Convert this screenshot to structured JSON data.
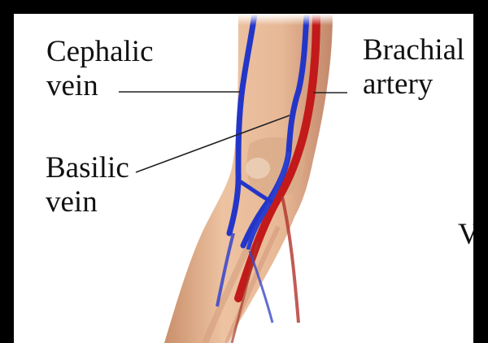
{
  "labels": {
    "cephalic": [
      "Cephalic",
      "vein"
    ],
    "basilic": [
      "Basilic",
      "vein"
    ],
    "brachial": [
      "Brachial",
      "artery"
    ],
    "cut_off_text": "V"
  },
  "colors": {
    "background_border": "#000000",
    "panel": "#ffffff",
    "skin": "#e8b998",
    "vein": "#2436c8",
    "artery": "#c21a1a",
    "leader_line": "#222222",
    "text": "#111111"
  }
}
